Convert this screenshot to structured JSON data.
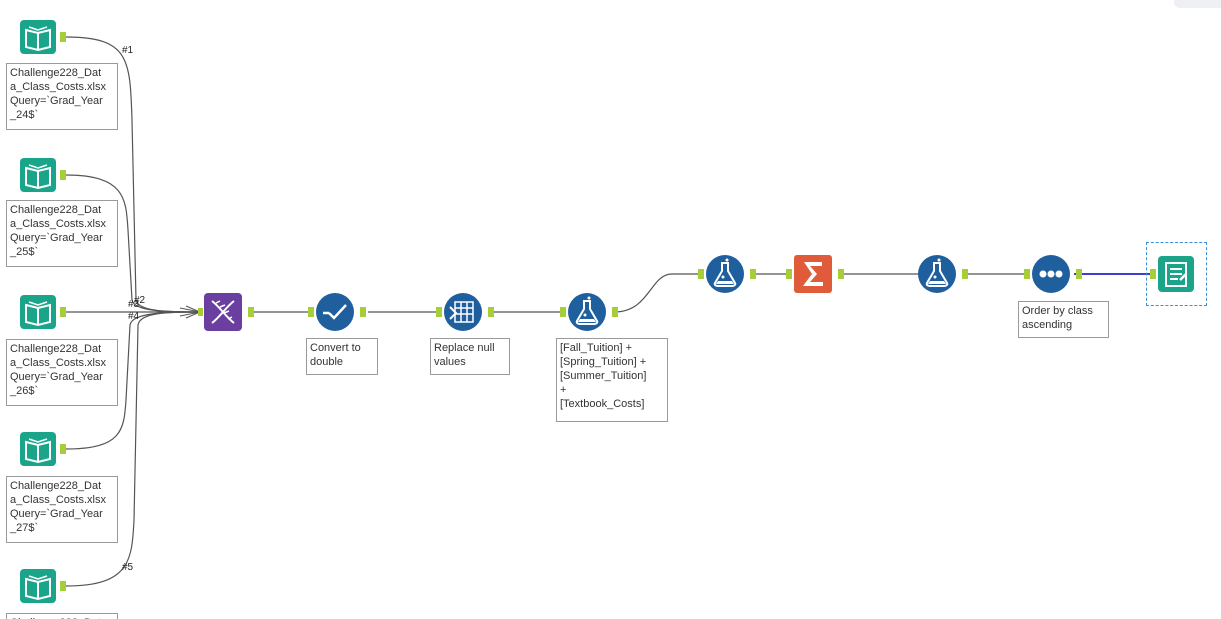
{
  "inputs": [
    {
      "label": "Challenge228_Dat\na_Class_Costs.xlsx\nQuery=`Grad_Year\n_24$`"
    },
    {
      "label": "Challenge228_Dat\na_Class_Costs.xlsx\nQuery=`Grad_Year\n_25$`"
    },
    {
      "label": "Challenge228_Dat\na_Class_Costs.xlsx\nQuery=`Grad_Year\n_26$`"
    },
    {
      "label": "Challenge228_Dat\na_Class_Costs.xlsx\nQuery=`Grad_Year\n_27$`"
    },
    {
      "label": "Challenge228_Dat"
    }
  ],
  "connections": {
    "c1": "#1",
    "c3": "#3",
    "c2": "#2",
    "c4": "#4",
    "c5": "#5"
  },
  "tools": {
    "union": {
      "icon": "union-dna-icon",
      "color": "#6b3fa0"
    },
    "select": {
      "label": "Convert to\ndouble",
      "icon": "select-check-icon",
      "color": "#1f5f9e"
    },
    "data_cleansing": {
      "label": "Replace null\nvalues",
      "icon": "data-cleansing-icon",
      "color": "#1f5f9e"
    },
    "formula_1": {
      "label": "[Fall_Tuition] +\n[Spring_Tuition] +\n[Summer_Tuition]\n+\n[Textbook_Costs]",
      "icon": "formula-flask-icon",
      "color": "#1f5f9e"
    },
    "formula_2": {
      "icon": "formula-flask-icon",
      "color": "#1f5f9e"
    },
    "summarize": {
      "icon": "summarize-sigma-icon",
      "color": "#e05b3a"
    },
    "formula_3": {
      "icon": "formula-flask-icon",
      "color": "#1f5f9e"
    },
    "sort": {
      "label": "Order by class\nascending",
      "icon": "sort-dots-icon",
      "color": "#1f5f9e"
    },
    "browse": {
      "icon": "browse-icon",
      "color": "#1aa58a"
    }
  },
  "colors": {
    "input": "#1aa58a",
    "anchor": "#a6ce39",
    "wire": "#555555",
    "selected_wire": "#2222cc"
  }
}
